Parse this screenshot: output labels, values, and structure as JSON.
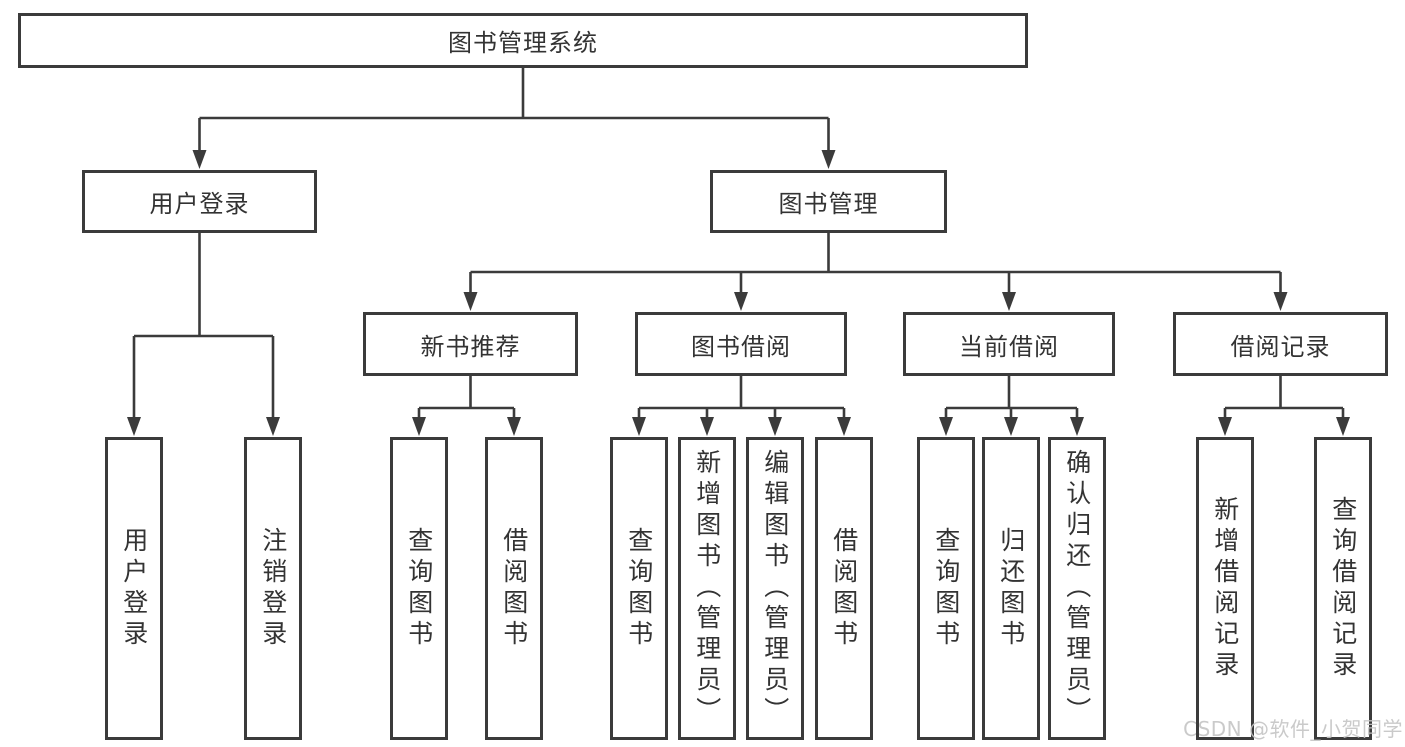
{
  "diagram_type": "hierarchy-tree",
  "colors": {
    "line": "#3b3b3b",
    "box_border": "#3b3b3b",
    "box_fill": "#ffffff",
    "text": "#333333",
    "background": "#ffffff",
    "watermark": "#c6c6c6"
  },
  "tree": {
    "label": "图书管理系统",
    "children": [
      {
        "label": "用户登录",
        "children": [
          {
            "label": "用户登录"
          },
          {
            "label": "注销登录"
          }
        ]
      },
      {
        "label": "图书管理",
        "children": [
          {
            "label": "新书推荐",
            "children": [
              {
                "label": "查询图书"
              },
              {
                "label": "借阅图书"
              }
            ]
          },
          {
            "label": "图书借阅",
            "children": [
              {
                "label": "查询图书"
              },
              {
                "label": "新增图书（管理员）"
              },
              {
                "label": "编辑图书（管理员）"
              },
              {
                "label": "借阅图书"
              }
            ]
          },
          {
            "label": "当前借阅",
            "children": [
              {
                "label": "查询图书"
              },
              {
                "label": "归还图书"
              },
              {
                "label": "确认归还（管理员）"
              }
            ]
          },
          {
            "label": "借阅记录",
            "children": [
              {
                "label": "新增借阅记录"
              },
              {
                "label": "查询借阅记录"
              }
            ]
          }
        ]
      }
    ]
  },
  "watermark": {
    "text": "CSDN @软件_小贺同学"
  }
}
